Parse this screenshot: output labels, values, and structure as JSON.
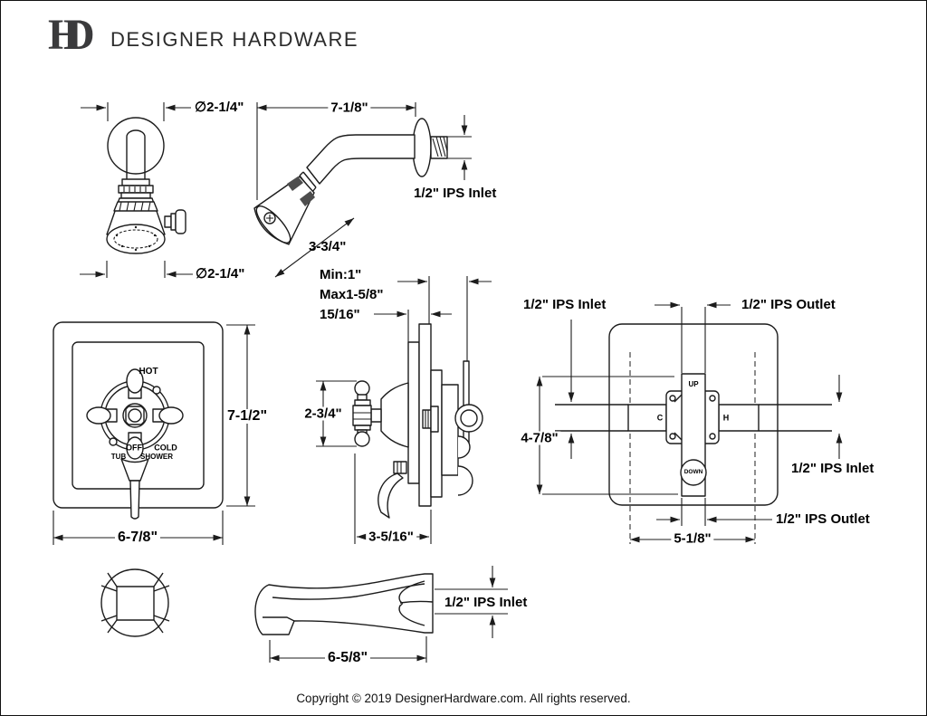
{
  "brand": {
    "monogram_h": "H",
    "monogram_d": "D",
    "name": "DESIGNER HARDWARE"
  },
  "colors": {
    "line": "#1c1c1c",
    "text": "#000000",
    "logo": "#3a3a3c",
    "background": "#ffffff"
  },
  "diagrams": {
    "showerhead_front": {
      "dim_top_diameter": "∅2-1/4\"",
      "dim_bottom_diameter": "∅2-1/4\""
    },
    "showerhead_side": {
      "dim_arm_length": "7-1/8\"",
      "inlet": "1/2\" IPS Inlet",
      "dim_head_length": "3-3/4\"",
      "dim_wall_min": "Min:1\"",
      "dim_wall_max": "Max1-5/8\"",
      "dim_plate": "15/16\""
    },
    "trim_front": {
      "hot": "HOT",
      "off": "OFF",
      "cold": "COLD",
      "tub": "TUB",
      "shower": "SHOWER",
      "dim_height": "7-1/2\"",
      "dim_width": "6-7/8\""
    },
    "valve_side": {
      "dim_handle_height": "2-3/4\"",
      "dim_depth": "3-5/16\""
    },
    "valve_back": {
      "inlet_top": "1/2\" IPS Inlet",
      "outlet_top": "1/2\" IPS Outlet",
      "up": "UP",
      "cold_port": "C",
      "hot_port": "H",
      "down": "DOWN",
      "dim_height": "4-7/8\"",
      "inlet_right": "1/2\" IPS Inlet",
      "outlet_bottom": "1/2\" IPS Outlet",
      "dim_width": "5-1/8\""
    },
    "spout_side": {
      "inlet": "1/2\" IPS Inlet",
      "dim_length": "6-5/8\""
    }
  },
  "footer": {
    "copyright": "Copyright © 2019 DesignerHardware.com. All rights reserved."
  }
}
